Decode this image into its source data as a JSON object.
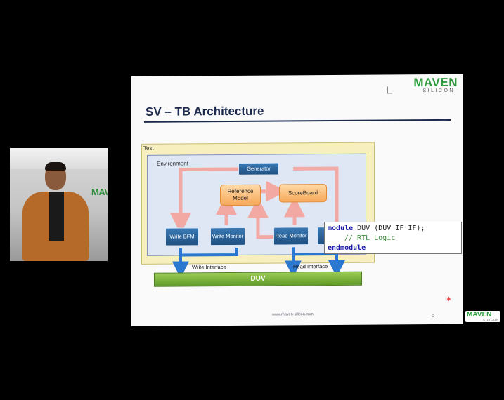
{
  "slide": {
    "title": "SV – TB Architecture",
    "brand_name": "MAVEN",
    "brand_sub": "SILICON",
    "website": "www.maven-silicon.com",
    "page_number": "2"
  },
  "diagram": {
    "test_label": "Test",
    "environment_label": "Environment",
    "generator": "Generator",
    "reference_model": "Reference Model",
    "scoreboard": "ScoreBoard",
    "write_bfm": "Write BFM",
    "write_monitor": "Write Monitor",
    "read_monitor": "Read Monitor",
    "duv": "DUV",
    "write_interface": "Write Interface",
    "read_interface": "Read Interface"
  },
  "code": {
    "line1_kw": "module",
    "line1_rest": " DUV (DUV_IF IF);",
    "line2": "// RTL Logic",
    "line3_kw": "endmodule"
  },
  "camera": {
    "wall_logo": "MAV"
  },
  "corner_logo": {
    "name": "MAVEN",
    "sub": "SILICON"
  }
}
